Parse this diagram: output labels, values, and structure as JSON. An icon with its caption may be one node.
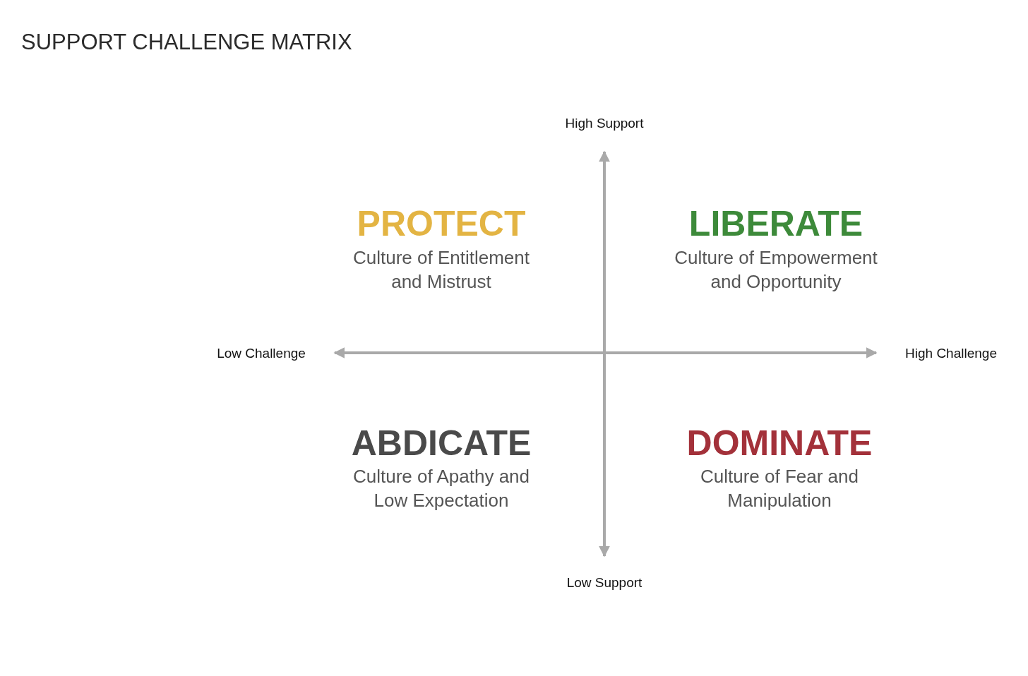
{
  "diagram": {
    "title": "SUPPORT CHALLENGE MATRIX",
    "labels": [
      "High Support",
      "PROTECT",
      "Culture of Entitlement and Mistrust",
      "LIBERATE",
      "Culture of Empowerment and Opportunity",
      "Low Challenge",
      "High Challenge",
      "ABDICATE",
      "Culture of Apathy and Low Expectation",
      "DOMINATE",
      "Culture of Fear and Manipulation",
      "Low Support"
    ]
  }
}
